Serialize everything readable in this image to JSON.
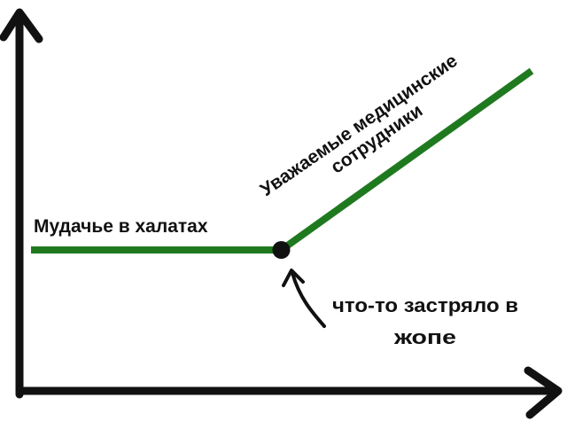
{
  "chart_data": {
    "type": "line",
    "title": "",
    "xlabel": "",
    "ylabel": "",
    "grid": false,
    "axes_style": "hand-drawn arrows, no ticks",
    "series": [
      {
        "color": "#1f7a1f",
        "points": [
          [
            0,
            0
          ],
          [
            1,
            0
          ],
          [
            2,
            1.4
          ]
        ]
      }
    ],
    "xlim": [
      0,
      2.1
    ],
    "ylim": [
      -0.6,
      1.55
    ],
    "annotations": {
      "flat_segment": "Мудачье в халатах",
      "rising_segment_line1": "Уважаемые медицинские",
      "rising_segment_line2": "сотрудники",
      "inflection_line1": "что-то застряло в",
      "inflection_line2": "жопе"
    },
    "colors": {
      "line": "#1f7a1f",
      "axes": "#111111",
      "point": "#111111"
    }
  }
}
